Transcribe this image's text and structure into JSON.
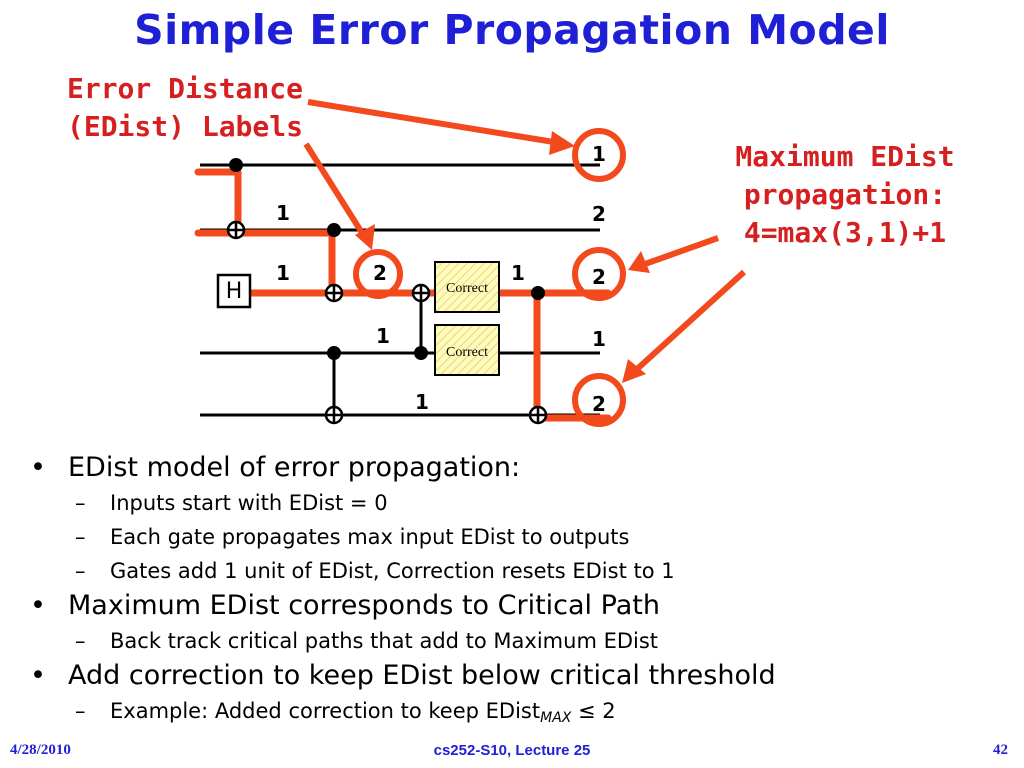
{
  "title": "Simple Error Propagation Model",
  "callouts": {
    "left": [
      "Error Distance",
      "(EDist) Labels"
    ],
    "right": [
      "Maximum EDist",
      "propagation:",
      "4=max(3,1)+1"
    ]
  },
  "circuit": {
    "h_gate": "H",
    "correct_label": "Correct",
    "edist_labels": {
      "w1_out": "1",
      "w2_mid": "1",
      "w2_out": "2",
      "w3_mid": "1",
      "w3_gate": "2",
      "w3_after_correct": "1",
      "w3_out": "2",
      "w4_mid": "1",
      "w4_out": "1",
      "w5_mid": "1",
      "w5_out": "2"
    }
  },
  "bullets": [
    {
      "text": "EDist model of error propagation:",
      "subs": [
        "Inputs start with EDist = 0",
        "Each gate propagates max input EDist to outputs",
        "Gates add 1 unit of EDist, Correction resets EDist to 1"
      ]
    },
    {
      "text": "Maximum EDist corresponds to Critical Path",
      "subs": [
        "Back track critical paths that add to Maximum EDist"
      ]
    },
    {
      "text": "Add correction to keep EDist below critical threshold",
      "subs": []
    }
  ],
  "last_sub": {
    "prefix": "Example: Added correction to keep EDist",
    "subscript": "MAX",
    "suffix": " ≤ 2"
  },
  "bullet_symbol": "•",
  "dash_symbol": "–",
  "footer": {
    "date": "4/28/2010",
    "course": "cs252-S10, Lecture 25",
    "page": "42"
  },
  "colors": {
    "title": "#1f1fd6",
    "highlight": "#d61f1f",
    "error_path": "#f24a1c",
    "correct_fill": "#fffbbf"
  }
}
